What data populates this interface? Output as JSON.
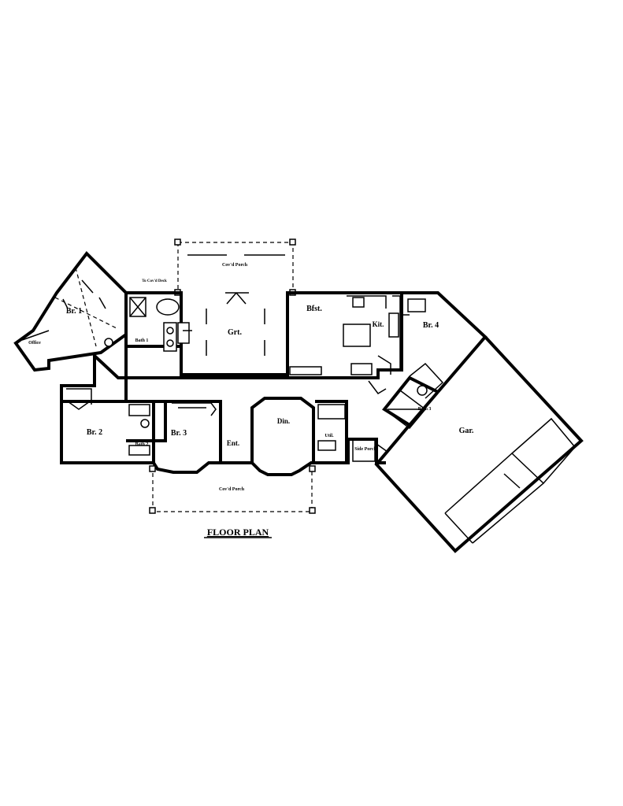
{
  "title": "FLOOR PLAN",
  "rooms": {
    "br1": "Br. 1",
    "office": "Office",
    "bath1": "Bath 1",
    "to_covd_deck": "To Cov'd Deck",
    "grt": "Grt.",
    "covd_porch_rear": "Cov'd Porch",
    "bfst": "Bfst.",
    "kit": "Kit.",
    "br4": "Br. 4",
    "bath3": "Bath 3",
    "gar": "Gar.",
    "br2": "Br. 2",
    "bath2": "Bath 2",
    "br3": "Br. 3",
    "ent": "Ent.",
    "din": "Din.",
    "util": "Util.",
    "side_porch": "Side Porch",
    "covd_porch_front": "Cov'd Porch"
  }
}
